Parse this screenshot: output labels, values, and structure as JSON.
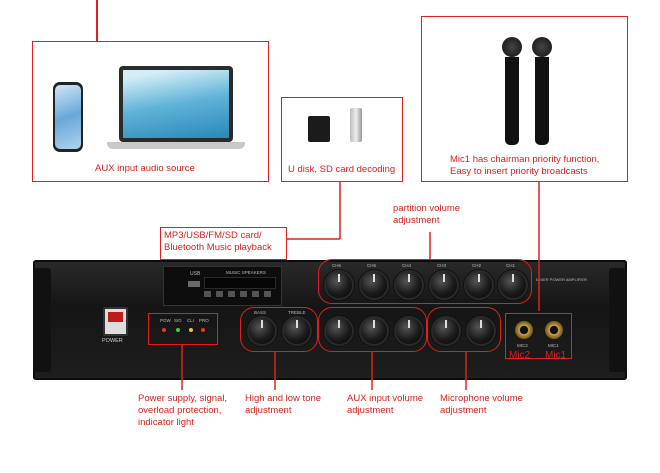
{
  "callouts": {
    "aux_source": "AUX input audio source",
    "udisk": "U disk, SD card decoding",
    "mic1_line1": "Mic1 has chairman priority function,",
    "mic1_line2": "Easy to insert priority broadcasts",
    "partition_line1": "partition volume",
    "partition_line2": "adjustment",
    "mp3_line1": "MP3/USB/FM/SD card/",
    "mp3_line2": "Bluetooth Music playback",
    "power_line1": "Power supply, signal,",
    "power_line2": "overload protection,",
    "power_line3": "indicator light",
    "tone_line1": "High and low tone",
    "tone_line2": "adjustment",
    "aux_vol_line1": "AUX input volume",
    "aux_vol_line2": "adjustment",
    "mic_vol_line1": "Microphone  volume",
    "mic_vol_line2": "adjustment",
    "mic2_tag": "Mic2",
    "mic1_tag": "Mic1"
  },
  "panel": {
    "power_label": "POWER",
    "led_labels": [
      "POW",
      "SIG",
      "CLI",
      "PRO"
    ],
    "zone_labels": [
      "CH6",
      "CH5",
      "CH4",
      "CH3",
      "CH2",
      "CH1"
    ],
    "tone_labels": [
      "BASS",
      "TREBLE"
    ],
    "jack_labels": [
      "MIC2",
      "MIC1"
    ],
    "player_title": "MUSIC SPEAKERS",
    "usb_label": "USB",
    "brand_text": "MIXER POWER AMPLIFIER"
  },
  "colors": {
    "accent": "#e0201f",
    "panel": "#1b1b1b"
  }
}
